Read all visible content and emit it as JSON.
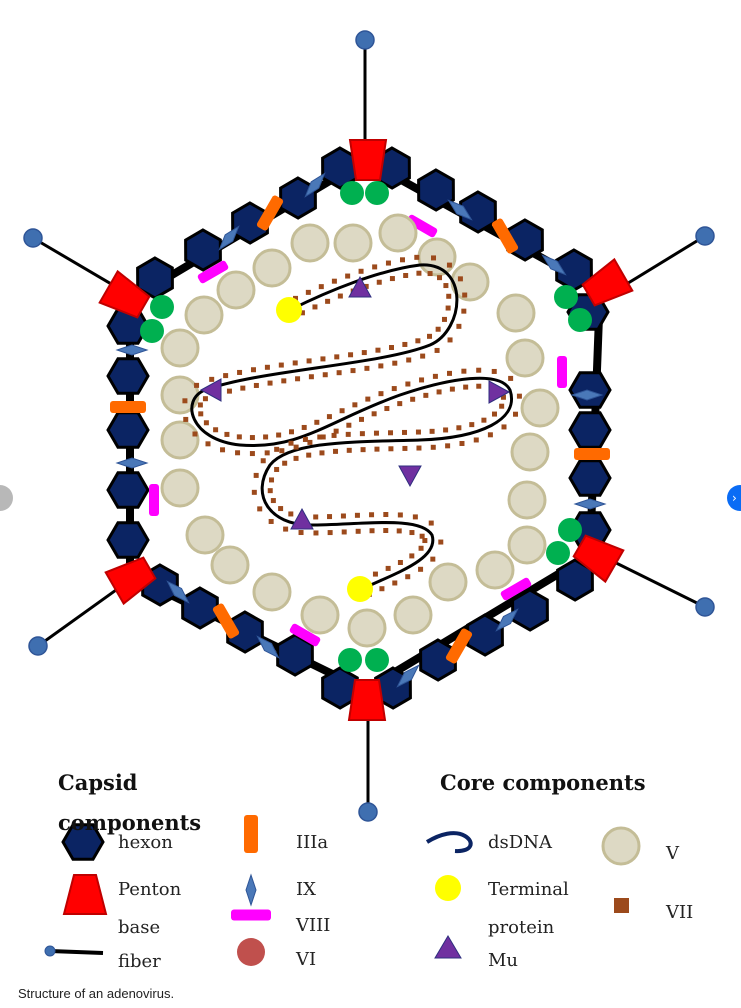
{
  "figure": {
    "caption": "Structure of an adenovirus.",
    "colors": {
      "hexon": "#0b2463",
      "penton": "#ff0000",
      "fiber_knob": "#3f6fb0",
      "IIIa": "#ff6a00",
      "IX": "#4a78b8",
      "VIII": "#ff00ff",
      "VI": "#c0504d",
      "green_protein": "#00b050",
      "V": "#ddd9c4",
      "V_border": "#c4bd97",
      "VII": "#9c4a1c",
      "Mu": "#7030a0",
      "terminal_protein": "#ffff00",
      "dsDNA": "#000000",
      "legend_dsDNA": "#0b2463"
    }
  },
  "legend": {
    "capsid": {
      "title_line1": "Capsid",
      "title_line2": "components",
      "items": [
        {
          "icon": "hexon-icon",
          "label": "hexon"
        },
        {
          "icon": "penton-icon",
          "label": "Penton"
        },
        {
          "icon": "fiber-icon",
          "label_line1": "base",
          "label_line2": "fiber"
        },
        {
          "icon": "IIIa-icon",
          "label": "IIIa"
        },
        {
          "icon": "IX-icon",
          "label": "IX"
        },
        {
          "icon": "VIII-icon",
          "label": "VIII"
        },
        {
          "icon": "VI-icon",
          "label": "VI"
        }
      ]
    },
    "core": {
      "title": "Core components",
      "items": [
        {
          "icon": "dsDNA-icon",
          "label": "dsDNA"
        },
        {
          "icon": "terminal-protein-icon",
          "label_line1": "Terminal",
          "label_line2": "protein"
        },
        {
          "icon": "Mu-icon",
          "label": "Mu"
        },
        {
          "icon": "V-icon",
          "label": "V"
        },
        {
          "icon": "VII-icon",
          "label": "VII"
        }
      ]
    }
  },
  "carousel": {
    "prev_icon": "chevron-left-icon",
    "next_icon": "chevron-right-icon",
    "next_glyph": "›"
  }
}
